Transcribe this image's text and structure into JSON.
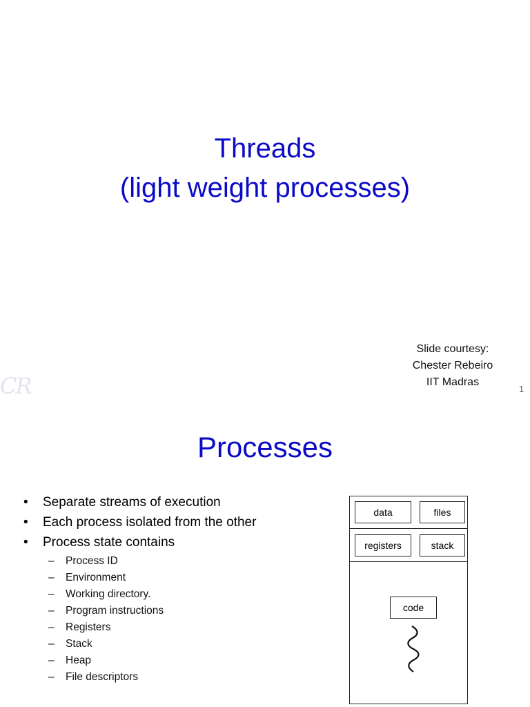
{
  "slide1": {
    "title_line1": "Threads",
    "title_line2": "(light weight processes)",
    "courtesy": [
      "Slide courtesy:",
      "Chester Rebeiro",
      "IIT Madras"
    ],
    "watermark": "CR",
    "page_number": "1"
  },
  "slide2": {
    "title": "Processes",
    "bullets": [
      "Separate streams of execution",
      "Each process isolated from the other",
      "Process state contains"
    ],
    "sub_bullets": [
      "Process ID",
      "Environment",
      "Working directory.",
      "Program instructions",
      "Registers",
      "Stack",
      "Heap",
      "File descriptors"
    ],
    "diagram": {
      "data": "data",
      "files": "files",
      "registers": "registers",
      "stack": "stack",
      "code": "code",
      "thread_icon": "squiggle-thread-icon"
    }
  },
  "colors": {
    "title": "#0a0ac8",
    "watermark": "#e3e3f0"
  }
}
